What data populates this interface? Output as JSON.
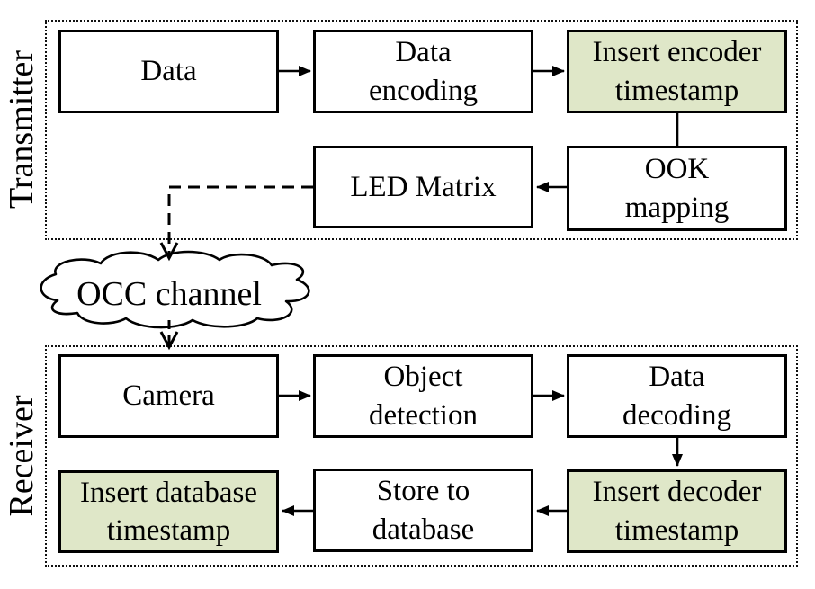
{
  "colors": {
    "highlight": "#dfe7c8",
    "line": "#000000",
    "background": "#ffffff"
  },
  "transmitter": {
    "label": "Transmitter",
    "data": [
      "Data"
    ],
    "data_encoding": [
      "Data",
      "encoding"
    ],
    "insert_encoder": [
      "Insert encoder",
      "timestamp"
    ],
    "led_matrix": [
      "LED Matrix"
    ],
    "ook_mapping": [
      "OOK",
      "mapping"
    ]
  },
  "channel": {
    "label": "OCC channel"
  },
  "receiver": {
    "label": "Receiver",
    "camera": [
      "Camera"
    ],
    "object_detection": [
      "Object",
      "detection"
    ],
    "data_decoding": [
      "Data",
      "decoding"
    ],
    "insert_database": [
      "Insert database",
      "timestamp"
    ],
    "store_database": [
      "Store to",
      "database"
    ],
    "insert_decoder": [
      "Insert decoder",
      "timestamp"
    ]
  }
}
